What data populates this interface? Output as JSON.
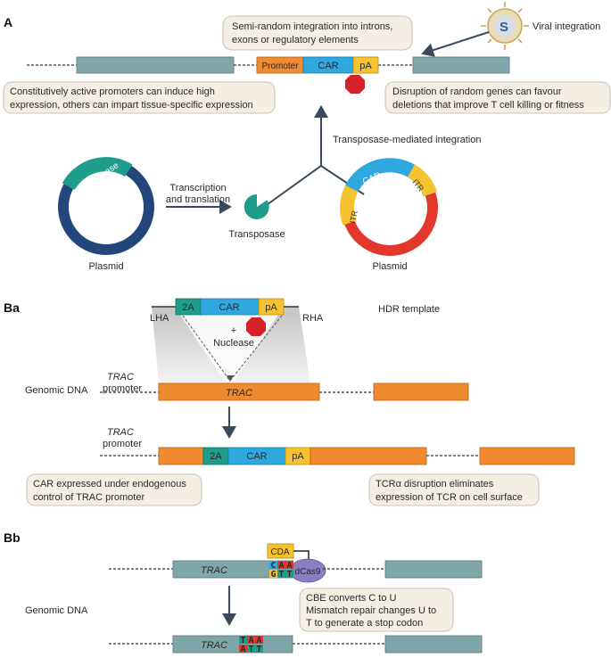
{
  "sections": {
    "a": "A",
    "ba": "Ba",
    "bb": "Bb"
  },
  "colors": {
    "exon": "#7fa6a9",
    "orange": "#f08a2e",
    "car": "#2fa8e0",
    "yellow": "#f7c22f",
    "green": "#1e9e8a",
    "stop": "#d6202a",
    "navy": "#23467d",
    "red": "#e3372c",
    "note_bg": "#f4eee4",
    "dcas9": "#8a7fc0"
  },
  "panel_a": {
    "callout_top": [
      "Semi-random integration into introns,",
      "exons or regulatory elements"
    ],
    "viral_label": "Viral integration",
    "cassette": {
      "promoter": "Promoter",
      "car": "CAR",
      "pa": "pA"
    },
    "note_left": [
      "Constitutively active promoters can induce high",
      "expression, others can impart tissue-specific expression"
    ],
    "note_right": [
      "Disruption of random genes can favour",
      "deletions that improve T cell killing or fitness"
    ],
    "transposase_mediated": "Transposase-mediated integration",
    "plasmid1_segment": "Transposase",
    "plasmid1_label": "Plasmid",
    "transcription": [
      "Transcription",
      "and translation"
    ],
    "transposase_label": "Transposase",
    "plasmid2_car": "CAR",
    "plasmid2_itr": "ITR",
    "plasmid2_label": "Plasmid"
  },
  "panel_ba": {
    "template": {
      "t2a": "2A",
      "car": "CAR",
      "pa": "pA"
    },
    "lha": "LHA",
    "rha": "RHA",
    "hdr_template": "HDR template",
    "plus": "+",
    "nuclease": "Nuclease",
    "trac_promoter": [
      "TRAC",
      "promoter"
    ],
    "genomic_dna": "Genomic DNA",
    "trac": "TRAC",
    "result": {
      "t2a": "2A",
      "car": "CAR",
      "pa": "pA"
    },
    "note_left": [
      "CAR expressed under endogenous",
      "control of TRAC promoter"
    ],
    "note_right": [
      "TCRα disruption eliminates",
      "expression of TCR on cell surface"
    ]
  },
  "panel_bb": {
    "cda": "CDA",
    "dcas9": "dCas9",
    "trac": "TRAC",
    "seq_top": [
      "C",
      "A",
      "A"
    ],
    "seq_bottom": [
      "G",
      "T",
      "T"
    ],
    "genomic_dna": "Genomic DNA",
    "note": [
      "CBE converts C to U",
      "Mismatch repair changes U to",
      "T to generate a stop codon"
    ],
    "trac_after": "TRAC",
    "seq_after_top": [
      "T",
      "A",
      "A"
    ],
    "seq_after_bottom": [
      "A",
      "T",
      "T"
    ]
  }
}
